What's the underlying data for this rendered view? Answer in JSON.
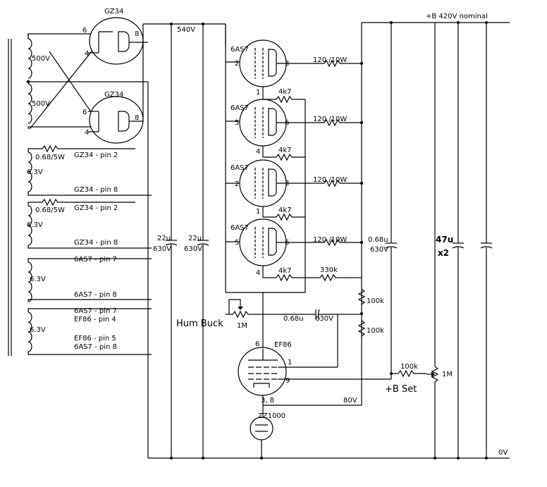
{
  "supply": {
    "b_plus": "+B 420V nominal",
    "v540": "540V",
    "v80": "80V",
    "zero": "0V"
  },
  "rectifiers": [
    {
      "type": "GZ34",
      "pin_a": "6",
      "pin_b": "4",
      "pin_out": "8"
    },
    {
      "type": "GZ34",
      "pin_a": "6",
      "pin_b": "4",
      "pin_out": "8"
    }
  ],
  "transformer": {
    "hv_upper": "500V",
    "hv_lower": "500V",
    "heater_resistor": "0.68/5W",
    "heater_voltage": "6.3V",
    "windings": [
      {
        "top": "GZ34 - pin 2",
        "bottom": "GZ34 - pin 8"
      },
      {
        "top": "GZ34 - pin 2",
        "bottom": "GZ34 - pin 8"
      },
      {
        "top": "6AS7 - pin 7",
        "bottom": "6AS7 - pin 8"
      },
      {
        "top1": "6AS7 - pin 7",
        "top2": "EF86 - pin 4",
        "bot1": "EF86 - pin 5",
        "bot2": "6AS7 - pin 8"
      }
    ]
  },
  "capacitors": {
    "c1_value": "22u",
    "c1_volt": "630V",
    "c2_value": "22u",
    "c2_volt": "630V",
    "c3_value": "0.68u",
    "c3_volt": "630V",
    "c4_value": "47u",
    "c4_mult": "x2",
    "coupling_value": "0.68u",
    "coupling_volt": "630V"
  },
  "regulators": [
    {
      "type": "6AS7",
      "grid": "2",
      "cathode": "1",
      "plate": "3",
      "r_grid": "4k7",
      "r_out": "120 /10W"
    },
    {
      "type": "6AS7",
      "grid": "5",
      "cathode": "4",
      "plate": "6",
      "r_grid": "4k7",
      "r_out": "120 /10W"
    },
    {
      "type": "6AS7",
      "grid": "2",
      "cathode": "1",
      "plate": "3",
      "r_grid": "4k7",
      "r_out": "120 /10W"
    },
    {
      "type": "6AS7",
      "grid": "5",
      "cathode": "4",
      "plate": "6",
      "r_grid": "4k7",
      "r_out": "120 /10W"
    }
  ],
  "error_amp": {
    "type": "EF86",
    "pin_anode": "6",
    "pin_g2": "1",
    "pin_g1": "9",
    "pin_k": "3, 8",
    "r_load": "330k",
    "r_div1": "100k",
    "r_div2": "100k",
    "r_set": "100k",
    "pot_set": "1M",
    "hum_pot": "1M",
    "reference": "ZZ1000"
  },
  "labels": {
    "hum_buck": "Hum  Buck",
    "b_set": "+B  Set"
  }
}
